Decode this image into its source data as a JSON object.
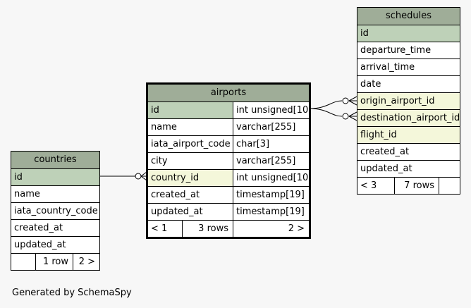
{
  "countries": {
    "title": "countries",
    "columns": [
      "id",
      "name",
      "iata_country_code",
      "created_at",
      "updated_at"
    ],
    "footer": {
      "left": "",
      "rows": "1 row",
      "right": "2 >"
    }
  },
  "airports": {
    "title": "airports",
    "columns": [
      {
        "name": "id",
        "type": "int unsigned[10]"
      },
      {
        "name": "name",
        "type": "varchar[255]"
      },
      {
        "name": "iata_airport_code",
        "type": "char[3]"
      },
      {
        "name": "city",
        "type": "varchar[255]"
      },
      {
        "name": "country_id",
        "type": "int unsigned[10]"
      },
      {
        "name": "created_at",
        "type": "timestamp[19]"
      },
      {
        "name": "updated_at",
        "type": "timestamp[19]"
      }
    ],
    "footer": {
      "left": "< 1",
      "rows": "3 rows",
      "right": "2 >"
    }
  },
  "schedules": {
    "title": "schedules",
    "columns": [
      "id",
      "departure_time",
      "arrival_time",
      "date",
      "origin_airport_id",
      "destination_airport_id",
      "flight_id",
      "created_at",
      "updated_at"
    ],
    "footer": {
      "left": "< 3",
      "rows": "7 rows",
      "right": ""
    }
  },
  "caption": "Generated by SchemaSpy",
  "colors": {
    "header": "#9fad98",
    "primary_key": "#bed1b8",
    "foreign_key": "#f4f7da",
    "background": "#f7f7f7"
  }
}
